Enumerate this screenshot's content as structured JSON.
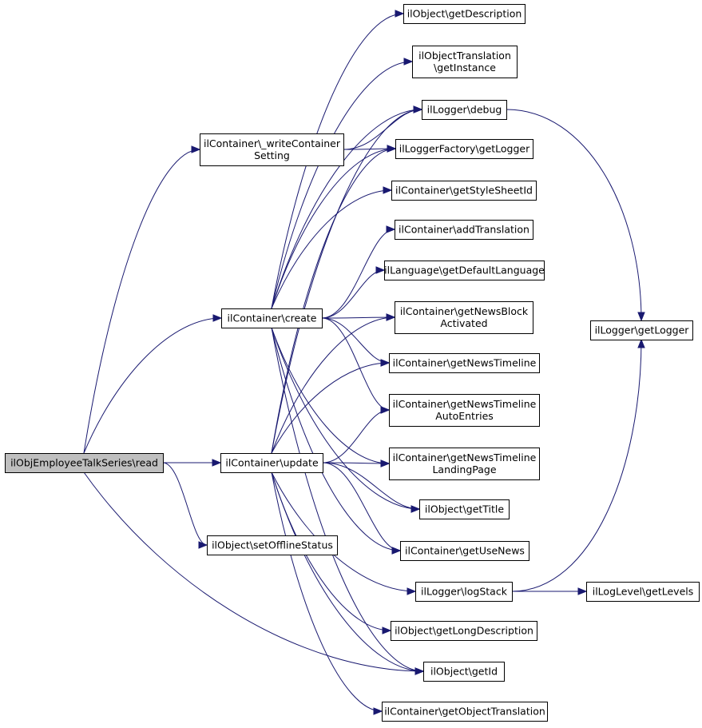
{
  "graph": {
    "colors": {
      "edge": "#191970",
      "node_border": "#000000",
      "root_fill": "#bfbfbf",
      "node_fill": "#ffffff"
    },
    "nodes": {
      "read": {
        "lines": [
          "ilObjEmployeeTalkSeries\\read"
        ],
        "root": true
      },
      "write": {
        "lines": [
          "ilContainer\\_writeContainer",
          "Setting"
        ]
      },
      "create": {
        "lines": [
          "ilContainer\\create"
        ]
      },
      "update": {
        "lines": [
          "ilContainer\\update"
        ]
      },
      "setoffline": {
        "lines": [
          "ilObject\\setOfflineStatus"
        ]
      },
      "getdesc": {
        "lines": [
          "ilObject\\getDescription"
        ]
      },
      "transinst": {
        "lines": [
          "ilObjectTranslation",
          "\\getInstance"
        ]
      },
      "debug": {
        "lines": [
          "ilLogger\\debug"
        ]
      },
      "factory": {
        "lines": [
          "ilLoggerFactory\\getLogger"
        ]
      },
      "stylesheet": {
        "lines": [
          "ilContainer\\getStyleSheetId"
        ]
      },
      "addtrans": {
        "lines": [
          "ilContainer\\addTranslation"
        ]
      },
      "deflang": {
        "lines": [
          "ilLanguage\\getDefaultLanguage"
        ]
      },
      "newsblock": {
        "lines": [
          "ilContainer\\getNewsBlock",
          "Activated"
        ]
      },
      "newstimeline": {
        "lines": [
          "ilContainer\\getNewsTimeline"
        ]
      },
      "newsauto": {
        "lines": [
          "ilContainer\\getNewsTimeline",
          "AutoEntries"
        ]
      },
      "newslanding": {
        "lines": [
          "ilContainer\\getNewsTimeline",
          "LandingPage"
        ]
      },
      "gettitle": {
        "lines": [
          "ilObject\\getTitle"
        ]
      },
      "usenews": {
        "lines": [
          "ilContainer\\getUseNews"
        ]
      },
      "logstack": {
        "lines": [
          "ilLogger\\logStack"
        ]
      },
      "longdesc": {
        "lines": [
          "ilObject\\getLongDescription"
        ]
      },
      "getid": {
        "lines": [
          "ilObject\\getId"
        ]
      },
      "objtrans": {
        "lines": [
          "ilContainer\\getObjectTranslation"
        ]
      },
      "loggerget": {
        "lines": [
          "ilLogger\\getLogger"
        ]
      },
      "levels": {
        "lines": [
          "ilLogLevel\\getLevels"
        ]
      }
    },
    "edges": [
      [
        "read",
        "write"
      ],
      [
        "read",
        "create"
      ],
      [
        "read",
        "update"
      ],
      [
        "read",
        "setoffline"
      ],
      [
        "read",
        "getid"
      ],
      [
        "write",
        "debug"
      ],
      [
        "write",
        "factory"
      ],
      [
        "create",
        "getdesc"
      ],
      [
        "create",
        "transinst"
      ],
      [
        "create",
        "debug"
      ],
      [
        "create",
        "factory"
      ],
      [
        "create",
        "stylesheet"
      ],
      [
        "create",
        "addtrans"
      ],
      [
        "create",
        "deflang"
      ],
      [
        "create",
        "newsblock"
      ],
      [
        "create",
        "newstimeline"
      ],
      [
        "create",
        "newsauto"
      ],
      [
        "create",
        "newslanding"
      ],
      [
        "create",
        "gettitle"
      ],
      [
        "create",
        "usenews"
      ],
      [
        "create",
        "getid"
      ],
      [
        "update",
        "debug"
      ],
      [
        "update",
        "factory"
      ],
      [
        "update",
        "newsblock"
      ],
      [
        "update",
        "newstimeline"
      ],
      [
        "update",
        "newsauto"
      ],
      [
        "update",
        "newslanding"
      ],
      [
        "update",
        "gettitle"
      ],
      [
        "update",
        "usenews"
      ],
      [
        "update",
        "logstack"
      ],
      [
        "update",
        "longdesc"
      ],
      [
        "update",
        "getid"
      ],
      [
        "update",
        "objtrans"
      ],
      [
        "debug",
        "loggerget"
      ],
      [
        "logstack",
        "loggerget"
      ],
      [
        "logstack",
        "levels"
      ]
    ]
  }
}
